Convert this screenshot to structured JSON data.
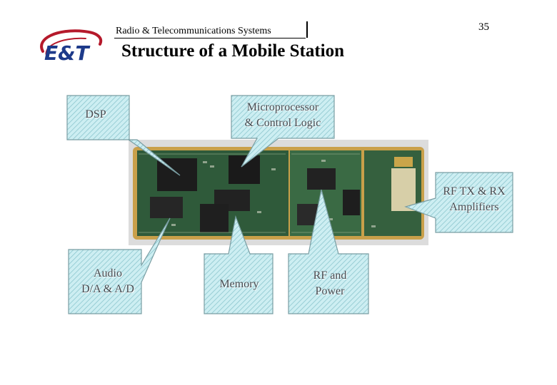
{
  "header": {
    "logo_text": "E&T",
    "subtitle": "Radio & Telecommunications Systems",
    "page_number": "35",
    "title": "Structure of a Mobile Station"
  },
  "callouts": {
    "dsp": "DSP",
    "micro_line1": "Microprocessor",
    "micro_line2": "& Control Logic",
    "rf_amp_line1": "RF TX & RX",
    "rf_amp_line2": "Amplifiers",
    "audio_line1": "Audio",
    "audio_line2": "D/A & A/D",
    "memory": "Memory",
    "rf_power_line1": "RF and",
    "rf_power_line2": "Power"
  },
  "colors": {
    "callout_fill": "#cdeef2",
    "callout_stripe": "#8cc6ce",
    "callout_border": "#7a9ea3",
    "pcb_green": "#2f5a3a",
    "logo_red": "#b5192b",
    "logo_blue": "#1d3a8a"
  }
}
